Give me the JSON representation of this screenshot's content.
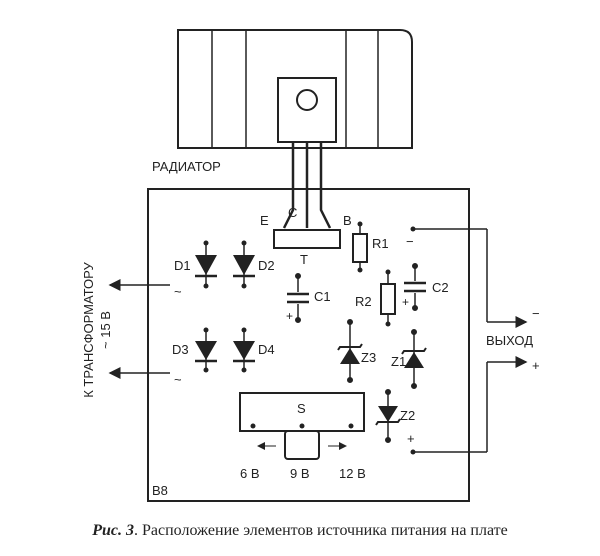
{
  "labels": {
    "radiator": "РАДИАТОР",
    "emitter": "E",
    "collector": "C",
    "base": "B",
    "transistor": "T",
    "r1": "R1",
    "r2": "R2",
    "c1": "C1",
    "c2": "C2",
    "d1": "D1",
    "d2": "D2",
    "d3": "D3",
    "d4": "D4",
    "z1": "Z1",
    "z2": "Z2",
    "z3": "Z3",
    "switch": "S",
    "sw_6v": "6 В",
    "sw_9v": "9 В",
    "sw_12v": "12 В",
    "board": "B8",
    "output": "ВЫХОД",
    "minus": "−",
    "plus": "+",
    "c_plus": "+",
    "tilde": "~",
    "transformer": "К ТРАНСФОРМАТОРУ",
    "voltage": "~ 15 В"
  },
  "caption": {
    "figure": "Рис. 3",
    "text": ". Расположение элементов источника питания на плате"
  },
  "colors": {
    "ink": "#222222",
    "paper": "#ffffff",
    "component_fill": "#ffffff"
  }
}
